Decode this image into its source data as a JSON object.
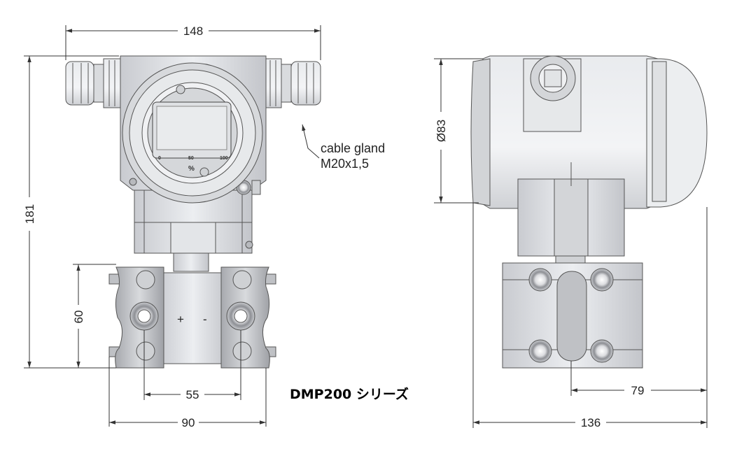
{
  "title": "DMP200 シリーズ",
  "annotation": {
    "line1": "cable gland",
    "line2": "M20x1,5"
  },
  "dimensions": {
    "overall_width": "148",
    "height": "181",
    "flange_height": "60",
    "bolt_spacing": "55",
    "flange_width": "90",
    "housing_diameter": "Ø83",
    "offset": "79",
    "depth": "136"
  },
  "display": {
    "scale_min": "0",
    "scale_mid": "50",
    "scale_max": "100",
    "unit": "%"
  },
  "flange_signs": {
    "plus": "+",
    "minus": "-"
  }
}
